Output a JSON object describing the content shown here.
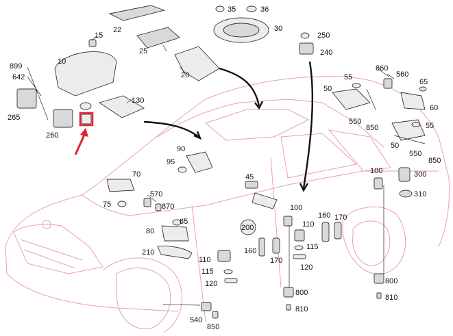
{
  "labels": {
    "l22": "22",
    "l35": "35",
    "l36": "36",
    "l30": "30",
    "l250": "250",
    "l240": "240",
    "l15": "15",
    "l25": "25",
    "l899": "899",
    "l642": "642",
    "l10": "10",
    "l20": "20",
    "l265": "265",
    "l260": "260",
    "l130": "130",
    "l55a": "55",
    "l860": "860",
    "l560": "560",
    "l65": "65",
    "l50a": "50",
    "l60": "60",
    "l550a": "550",
    "l850a": "850",
    "l55b": "55",
    "l50b": "50",
    "l550b": "550",
    "l850b": "850",
    "l90": "90",
    "l95": "95",
    "l45": "45",
    "l70": "70",
    "l570": "570",
    "l870": "870",
    "l75": "75",
    "l85": "85",
    "l100a": "100",
    "l300": "300",
    "l310": "310",
    "l200": "200",
    "l100b": "100",
    "l110a": "110",
    "l160a": "160",
    "l170a": "170",
    "l80": "80",
    "l160b": "160",
    "l115a": "115",
    "l120a": "120",
    "l170b": "170",
    "l210": "210",
    "l110b": "110",
    "l115b": "115",
    "l120b": "120",
    "l800a": "800",
    "l810a": "810",
    "l800b": "800",
    "l810b": "810",
    "l540": "540",
    "l850c": "850"
  },
  "highlight": {
    "color": "#e8212b"
  }
}
